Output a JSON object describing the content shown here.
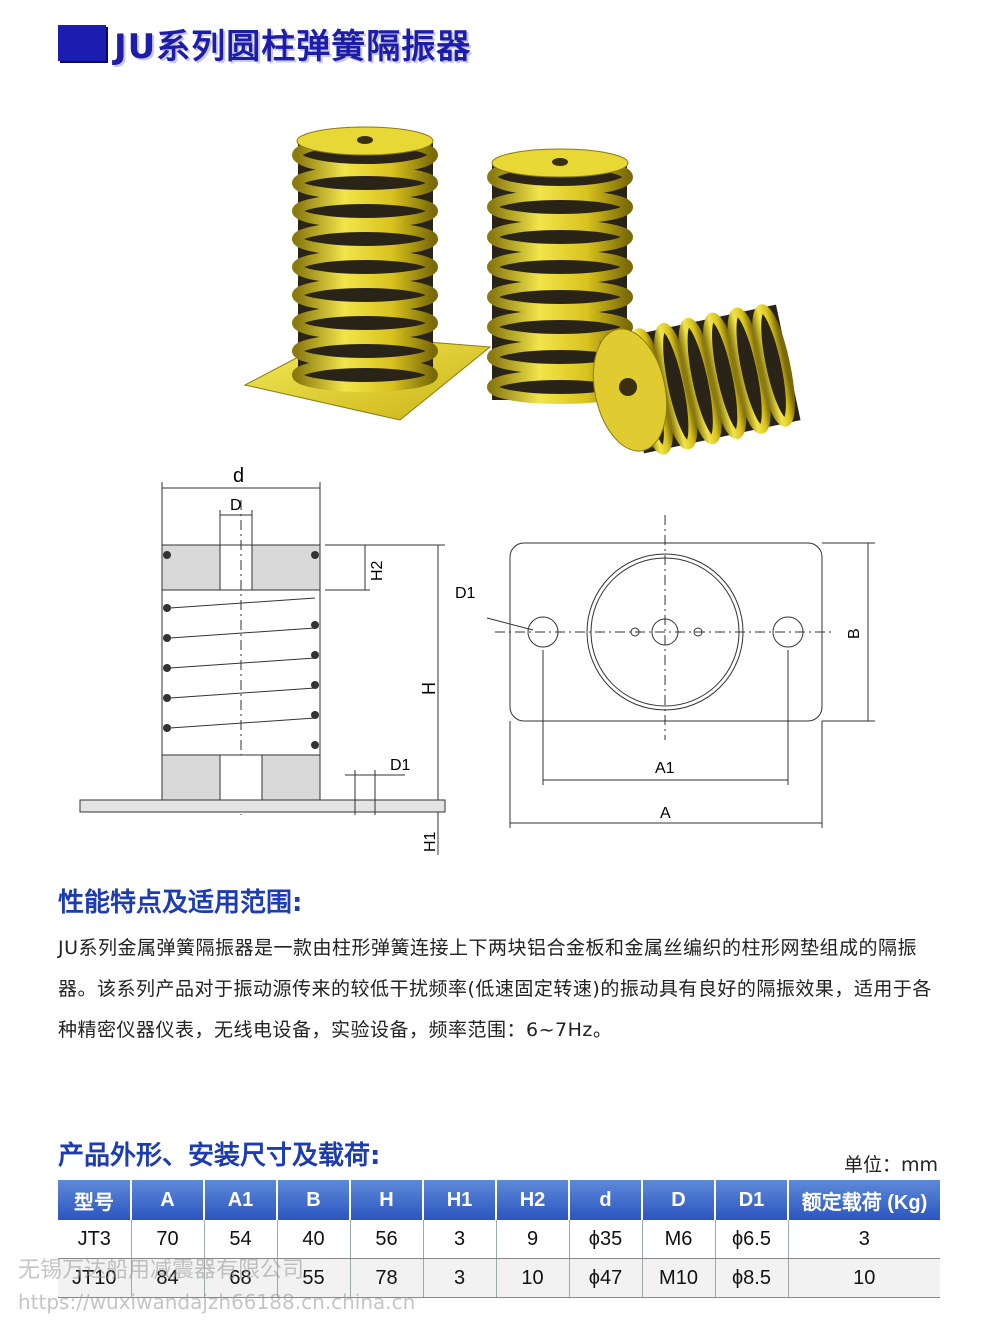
{
  "header": {
    "title": "JU系列圆柱弹簧隔振器"
  },
  "drawing_labels": {
    "d": "d",
    "D": "D",
    "H2": "H2",
    "H": "H",
    "H1": "H1",
    "D1_left": "D1",
    "D1_right": "D1",
    "A1": "A1",
    "A": "A",
    "B": "B"
  },
  "features": {
    "heading": "性能特点及适用范围:",
    "paragraph": "JU系列金属弹簧隔振器是一款由柱形弹簧连接上下两块铝合金板和金属丝编织的柱形网垫组成的隔振器。该系列产品对于振动源传来的较低干扰频率(低速固定转速)的振动具有良好的隔振效果，适用于各种精密仪器仪表，无线电设备，实验设备，频率范围：6~7Hz。"
  },
  "specs": {
    "heading": "产品外形、安装尺寸及载荷:",
    "unit": "单位：mm",
    "columns": [
      "型号",
      "A",
      "A1",
      "B",
      "H",
      "H1",
      "H2",
      "d",
      "D",
      "D1",
      "额定载荷 (Kg)"
    ],
    "rows": [
      [
        "JT3",
        "70",
        "54",
        "40",
        "56",
        "3",
        "9",
        "ϕ35",
        "M6",
        "ϕ6.5",
        "3"
      ],
      [
        "JT10",
        "84",
        "68",
        "55",
        "78",
        "3",
        "10",
        "ϕ47",
        "M10",
        "ϕ8.5",
        "10"
      ]
    ]
  },
  "watermark": {
    "line1": "无锡万达船用减震器有限公司",
    "line2": "https://wuxiwandajzh66188.cn.china.cn"
  },
  "colors": {
    "title": "#1d1daa",
    "heading": "#1d3cb0",
    "table_header": "#2c55c0",
    "brass": "#d8c21e"
  }
}
